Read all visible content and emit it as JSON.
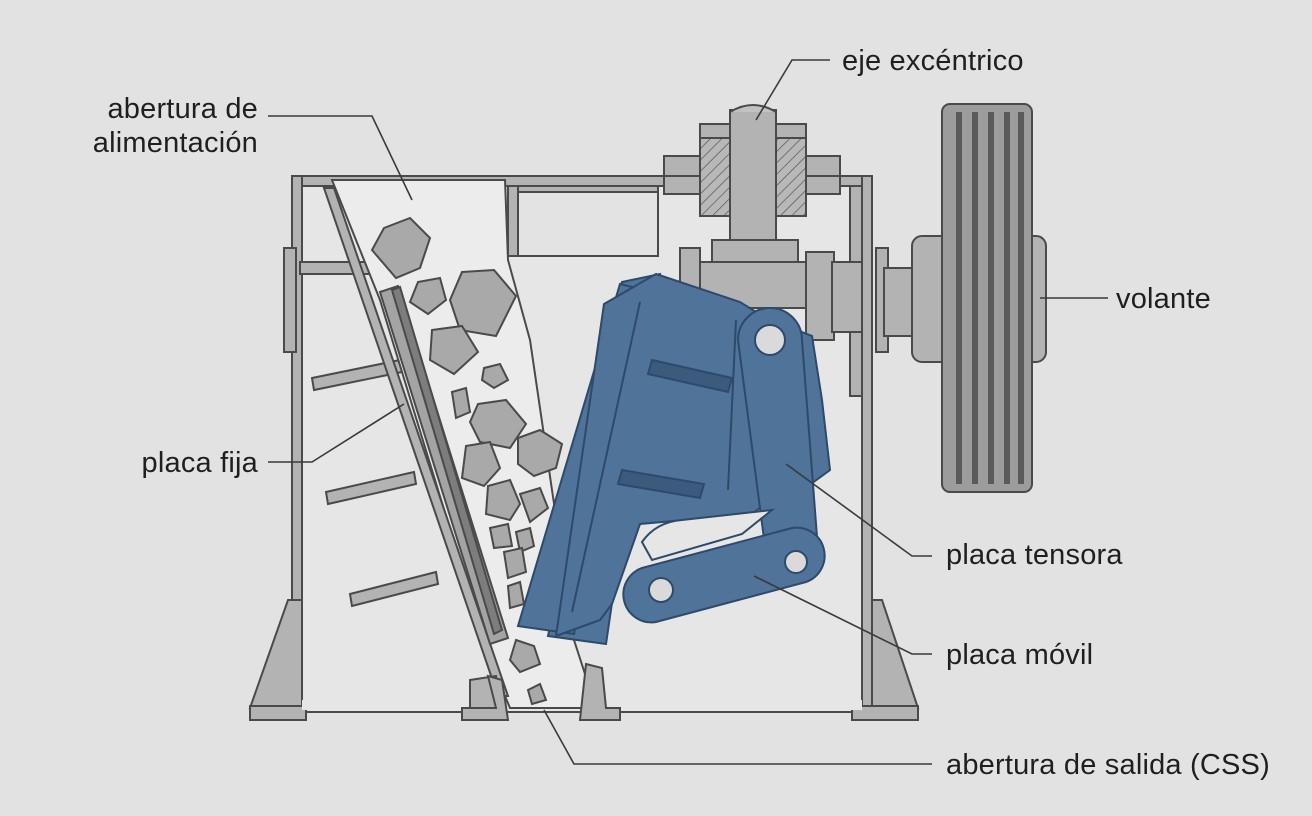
{
  "labels": {
    "feed_opening": {
      "line1": "abertura de",
      "line2": "alimentación"
    },
    "eccentric_shaft": "eje excéntrico",
    "flywheel": "volante",
    "fixed_jaw": "placa fija",
    "toggle_plate": "placa tensora",
    "moving_jaw": "placa móvil",
    "discharge_opening": "abertura de salida (CSS)"
  },
  "colors": {
    "background": "#e2e2e2",
    "frame_fill": "#b3b3b3",
    "frame_stroke": "#4a4a4a",
    "chamber_fill": "#ececec",
    "moving_jaw": "#4f7399",
    "moving_jaw_dark": "#3b5a7c",
    "rock": "#a9a9a9"
  }
}
